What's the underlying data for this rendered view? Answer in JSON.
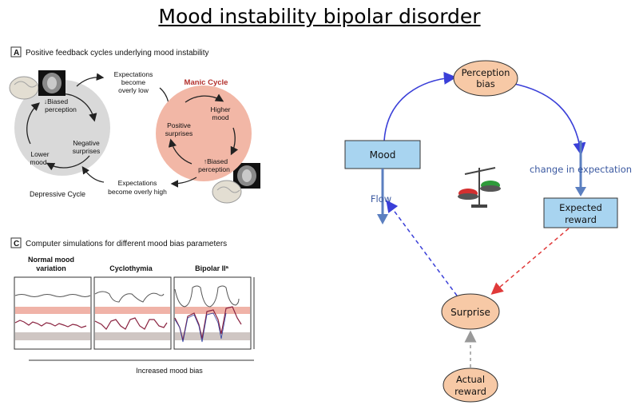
{
  "title": "Mood instability bipolar disorder",
  "panel_a": {
    "letter": "A",
    "heading": "Positive feedback cycles underlying mood instability",
    "depressive": {
      "biased_perception_l1": "↓Biased",
      "biased_perception_l2": "perception",
      "negative_l1": "Negative",
      "negative_l2": "surprises",
      "lower_l1": "Lower",
      "lower_l2": "mood",
      "cycle_name": "Depressive Cycle"
    },
    "expect_low_l1": "Expectations",
    "expect_low_l2": "become",
    "expect_low_l3": "overly low",
    "manic": {
      "cycle_name": "Manic Cycle",
      "higher_l1": "Higher",
      "higher_l2": "mood",
      "positive_l1": "Positive",
      "positive_l2": "surprises",
      "biased_l1": "↑Biased",
      "biased_l2": "perception"
    },
    "expect_high_l1": "Expectations",
    "expect_high_l2": "become overly high"
  },
  "panel_c": {
    "letter": "C",
    "heading": "Computer simulations for different mood bias parameters",
    "col1_l1": "Normal mood",
    "col1_l2": "variation",
    "col2": "Cyclothymia",
    "col3": "Bipolar IIª",
    "footer": "Increased mood bias"
  },
  "diagram": {
    "mood": "Mood",
    "perception_l1": "Perception",
    "perception_l2": "bias",
    "change_label": "change in expectation",
    "expected_l1": "Expected",
    "expected_l2": "reward",
    "flow_label": "Flow",
    "surprise": "Surprise",
    "actual_l1": "Actual",
    "actual_l2": "reward"
  },
  "colors": {
    "box_fill": "#a8d4f0",
    "ellipse_fill": "#f7c9a6",
    "blue_arrow": "#3a3fd8",
    "red_dash": "#e03a3a",
    "manic_fill": "#f2b7a6",
    "depressive_fill": "#d9d9d9"
  }
}
